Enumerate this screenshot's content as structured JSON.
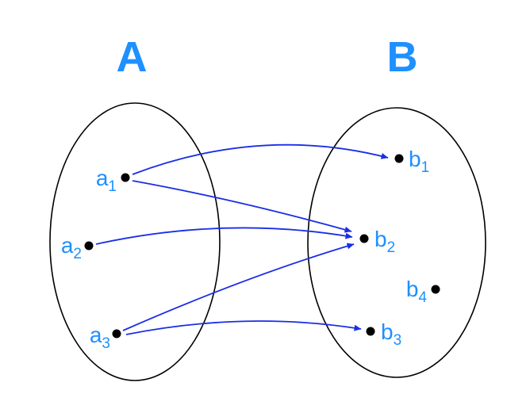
{
  "diagram": {
    "kind": "set-mapping",
    "set_a": {
      "label": "A",
      "elements": [
        {
          "id": "a1",
          "base": "a",
          "sub": "1"
        },
        {
          "id": "a2",
          "base": "a",
          "sub": "2"
        },
        {
          "id": "a3",
          "base": "a",
          "sub": "3"
        }
      ]
    },
    "set_b": {
      "label": "B",
      "elements": [
        {
          "id": "b1",
          "base": "b",
          "sub": "1"
        },
        {
          "id": "b2",
          "base": "b",
          "sub": "2"
        },
        {
          "id": "b3",
          "base": "b",
          "sub": "3"
        },
        {
          "id": "b4",
          "base": "b",
          "sub": "4"
        }
      ]
    },
    "mappings": [
      {
        "from": "a1",
        "to": "b1"
      },
      {
        "from": "a1",
        "to": "b2"
      },
      {
        "from": "a2",
        "to": "b2"
      },
      {
        "from": "a3",
        "to": "b2"
      },
      {
        "from": "a3",
        "to": "b3"
      }
    ],
    "colors": {
      "label": "#1e90ff",
      "arrow": "#1a2ee6",
      "dot": "#000000",
      "outline": "#000000",
      "background": "#ffffff"
    }
  }
}
